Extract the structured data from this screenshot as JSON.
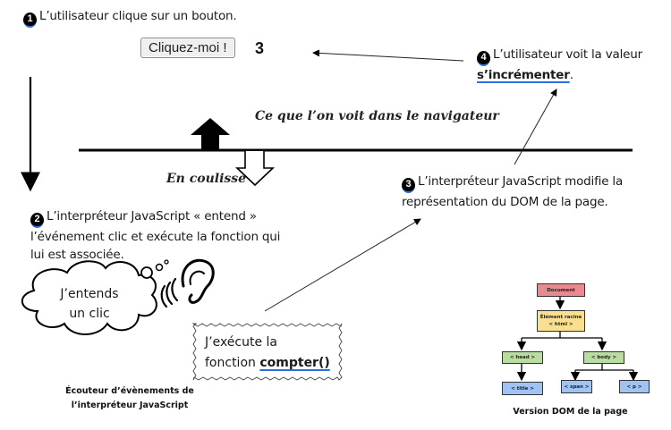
{
  "steps": [
    {
      "number": "1",
      "text": "L’utilisateur clique sur un bouton."
    },
    {
      "number": "2",
      "text_line1": "L’interpréteur JavaScript « entend »",
      "text_line2": "l’événement clic et exécute la fonction qui",
      "text_line3": "lui est associée."
    },
    {
      "number": "3",
      "text_line1": "L’interpréteur JavaScript modifie la",
      "text_line2": "représentation du DOM de la page."
    },
    {
      "number": "4",
      "text_line1": "L’utilisateur voit la valeur",
      "text_bold": "s’incrémenter",
      "text_end": "."
    }
  ],
  "demo": {
    "button_label": "Cliquez-moi !",
    "counter_value": "3"
  },
  "layers": {
    "browser_label": "Ce que l’on voit dans le navigateur",
    "backstage_label": "En coulisse"
  },
  "listener": {
    "cloud_line1": "J’entends",
    "cloud_line2": "un clic",
    "exec_line1": "J’exécute la",
    "exec_prefix": "fonction ",
    "exec_function": "compter()",
    "caption_line1": "Écouteur d’évènements de",
    "caption_line2": "l’interpréteur JavaScript"
  },
  "dom": {
    "caption": "Version DOM de la page",
    "nodes": {
      "document": "Document",
      "root_line1": "Élément racine",
      "root_line2": "< html >",
      "head": "< head >",
      "body": "< body >",
      "title": "< title >",
      "span": "< span >",
      "p": "< p >"
    },
    "colors": {
      "document": "#e88a90",
      "root": "#f8e08e",
      "green": "#b9dca0",
      "blue": "#9fc3f2"
    }
  },
  "icons": {
    "step_badge": "black-circle-number",
    "ear": "ear-icon",
    "cloud": "thought-cloud",
    "arrow_up": "filled-up-arrow",
    "arrow_down": "outline-down-arrow"
  }
}
